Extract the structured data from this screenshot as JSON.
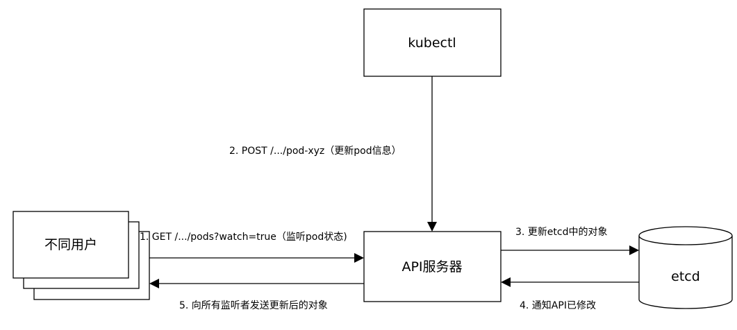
{
  "nodes": {
    "kubectl": "kubectl",
    "api_server": "API服务器",
    "users": "不同用户",
    "etcd": "etcd"
  },
  "edges": {
    "watch_request": "1. GET /.../pods?watch=true（监听pod状态)",
    "post_update": "2. POST /.../pod-xyz（更新pod信息）",
    "update_etcd": "3. 更新etcd中的对象",
    "notify_api": "4. 通知API已修改",
    "send_to_watchers": "5. 向所有监听者发送更新后的对象"
  }
}
